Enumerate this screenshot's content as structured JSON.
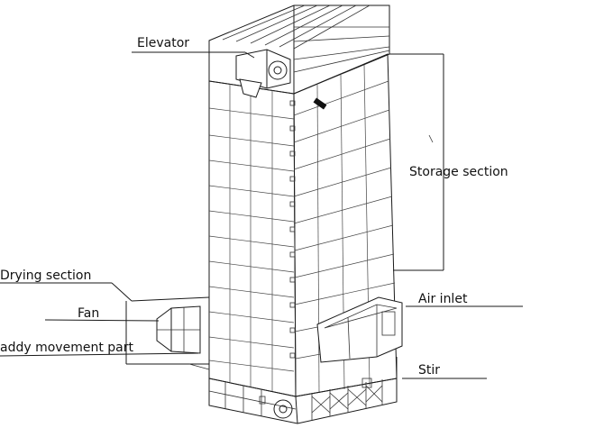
{
  "labels": {
    "elevator": "Elevator",
    "storage_section": "Storage section",
    "drying_section": "Drying section",
    "fan": "Fan",
    "paddy_movement_part": "addy movement part",
    "air_inlet": "Air inlet",
    "stir": "Stir"
  }
}
